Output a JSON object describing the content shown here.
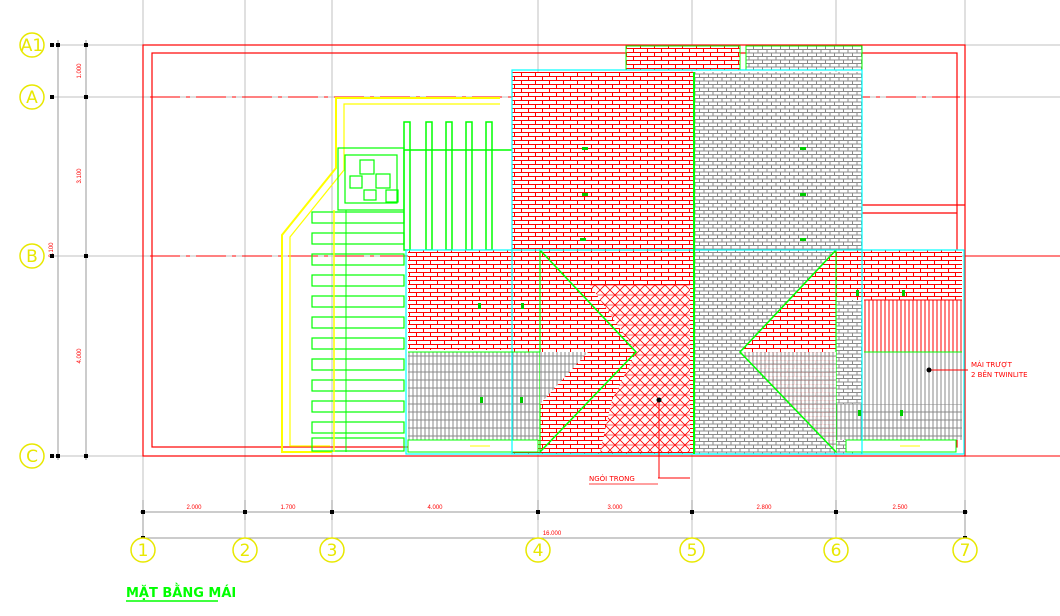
{
  "drawing": {
    "title": "MẶT BẰNG MÁI",
    "annotations": {
      "tiles": "NGÓI TRONG",
      "roof_note_line1": "MÁI TRƯỢT",
      "roof_note_line2": "2 BÊN TWINLITE"
    },
    "grid_columns": [
      "1",
      "2",
      "3",
      "4",
      "5",
      "6",
      "7"
    ],
    "grid_rows": [
      "A1",
      "A",
      "B",
      "C"
    ],
    "horizontal_dimensions": [
      "2.000",
      "1.700",
      "4.000",
      "3.000",
      "2.800",
      "2.500"
    ],
    "total_dimension": "16.000",
    "vertical_dimensions": [
      "1.000",
      "3.100",
      "4.000"
    ],
    "vertical_total": "8.100"
  },
  "colors": {
    "red": "#ff0000",
    "green": "#00ff00",
    "cyan": "#00ffff",
    "yellow": "#ffff00",
    "grid": "#c0c0c0",
    "grid_label": "#e8e800",
    "dark": "#000000",
    "gray_tile": "#a0a0a0"
  }
}
